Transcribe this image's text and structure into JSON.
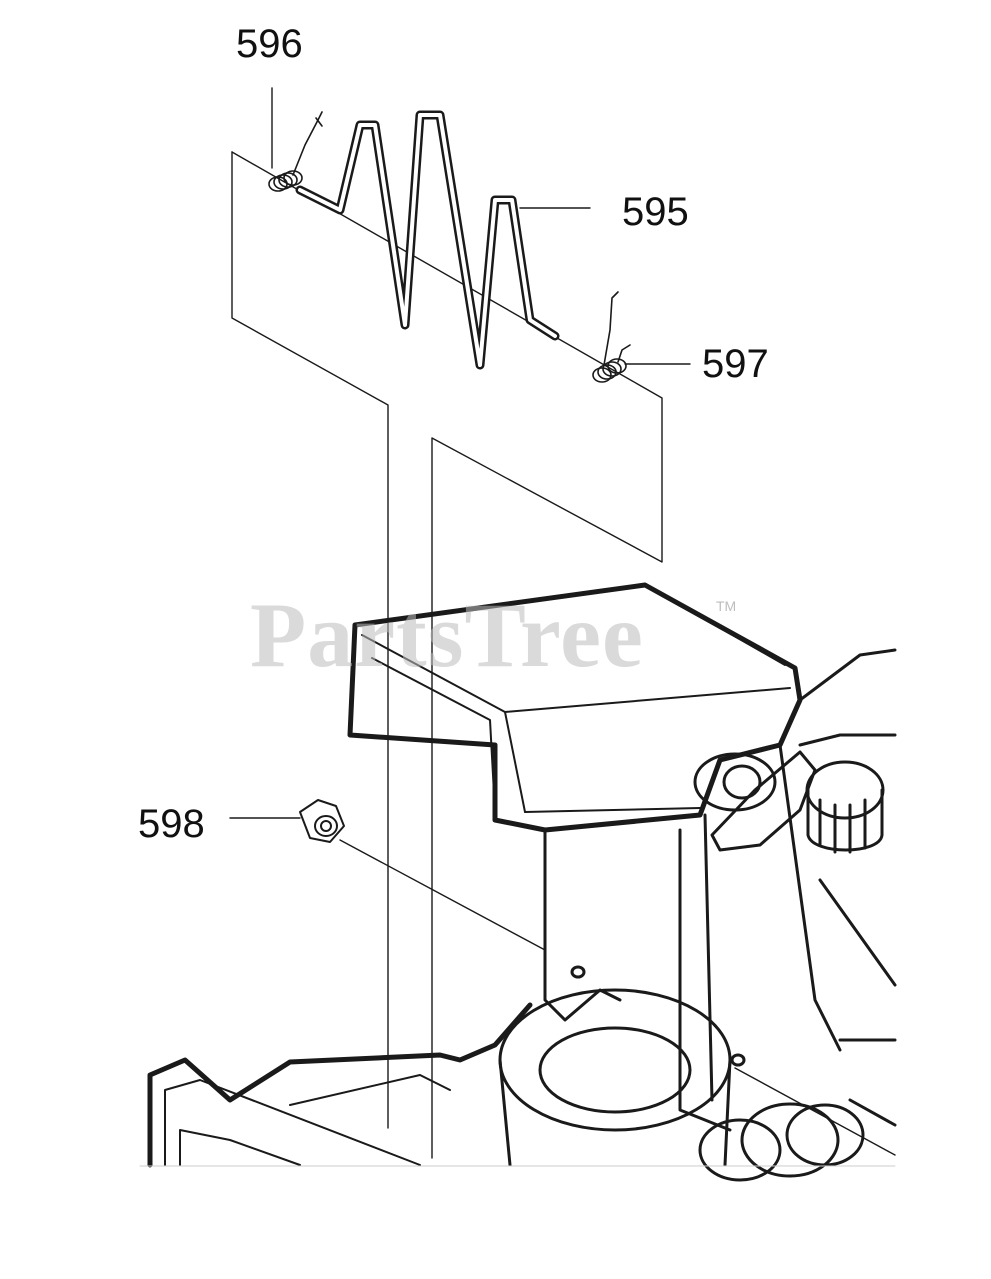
{
  "diagram": {
    "callouts": {
      "c596": "596",
      "c595": "595",
      "c597": "597",
      "c598": "598"
    },
    "watermark": {
      "brand": "PartsTree",
      "tm": "TM"
    },
    "colors": {
      "line": "#1a1a1a",
      "watermark": "#bdbdbd",
      "background": "#ffffff"
    }
  }
}
